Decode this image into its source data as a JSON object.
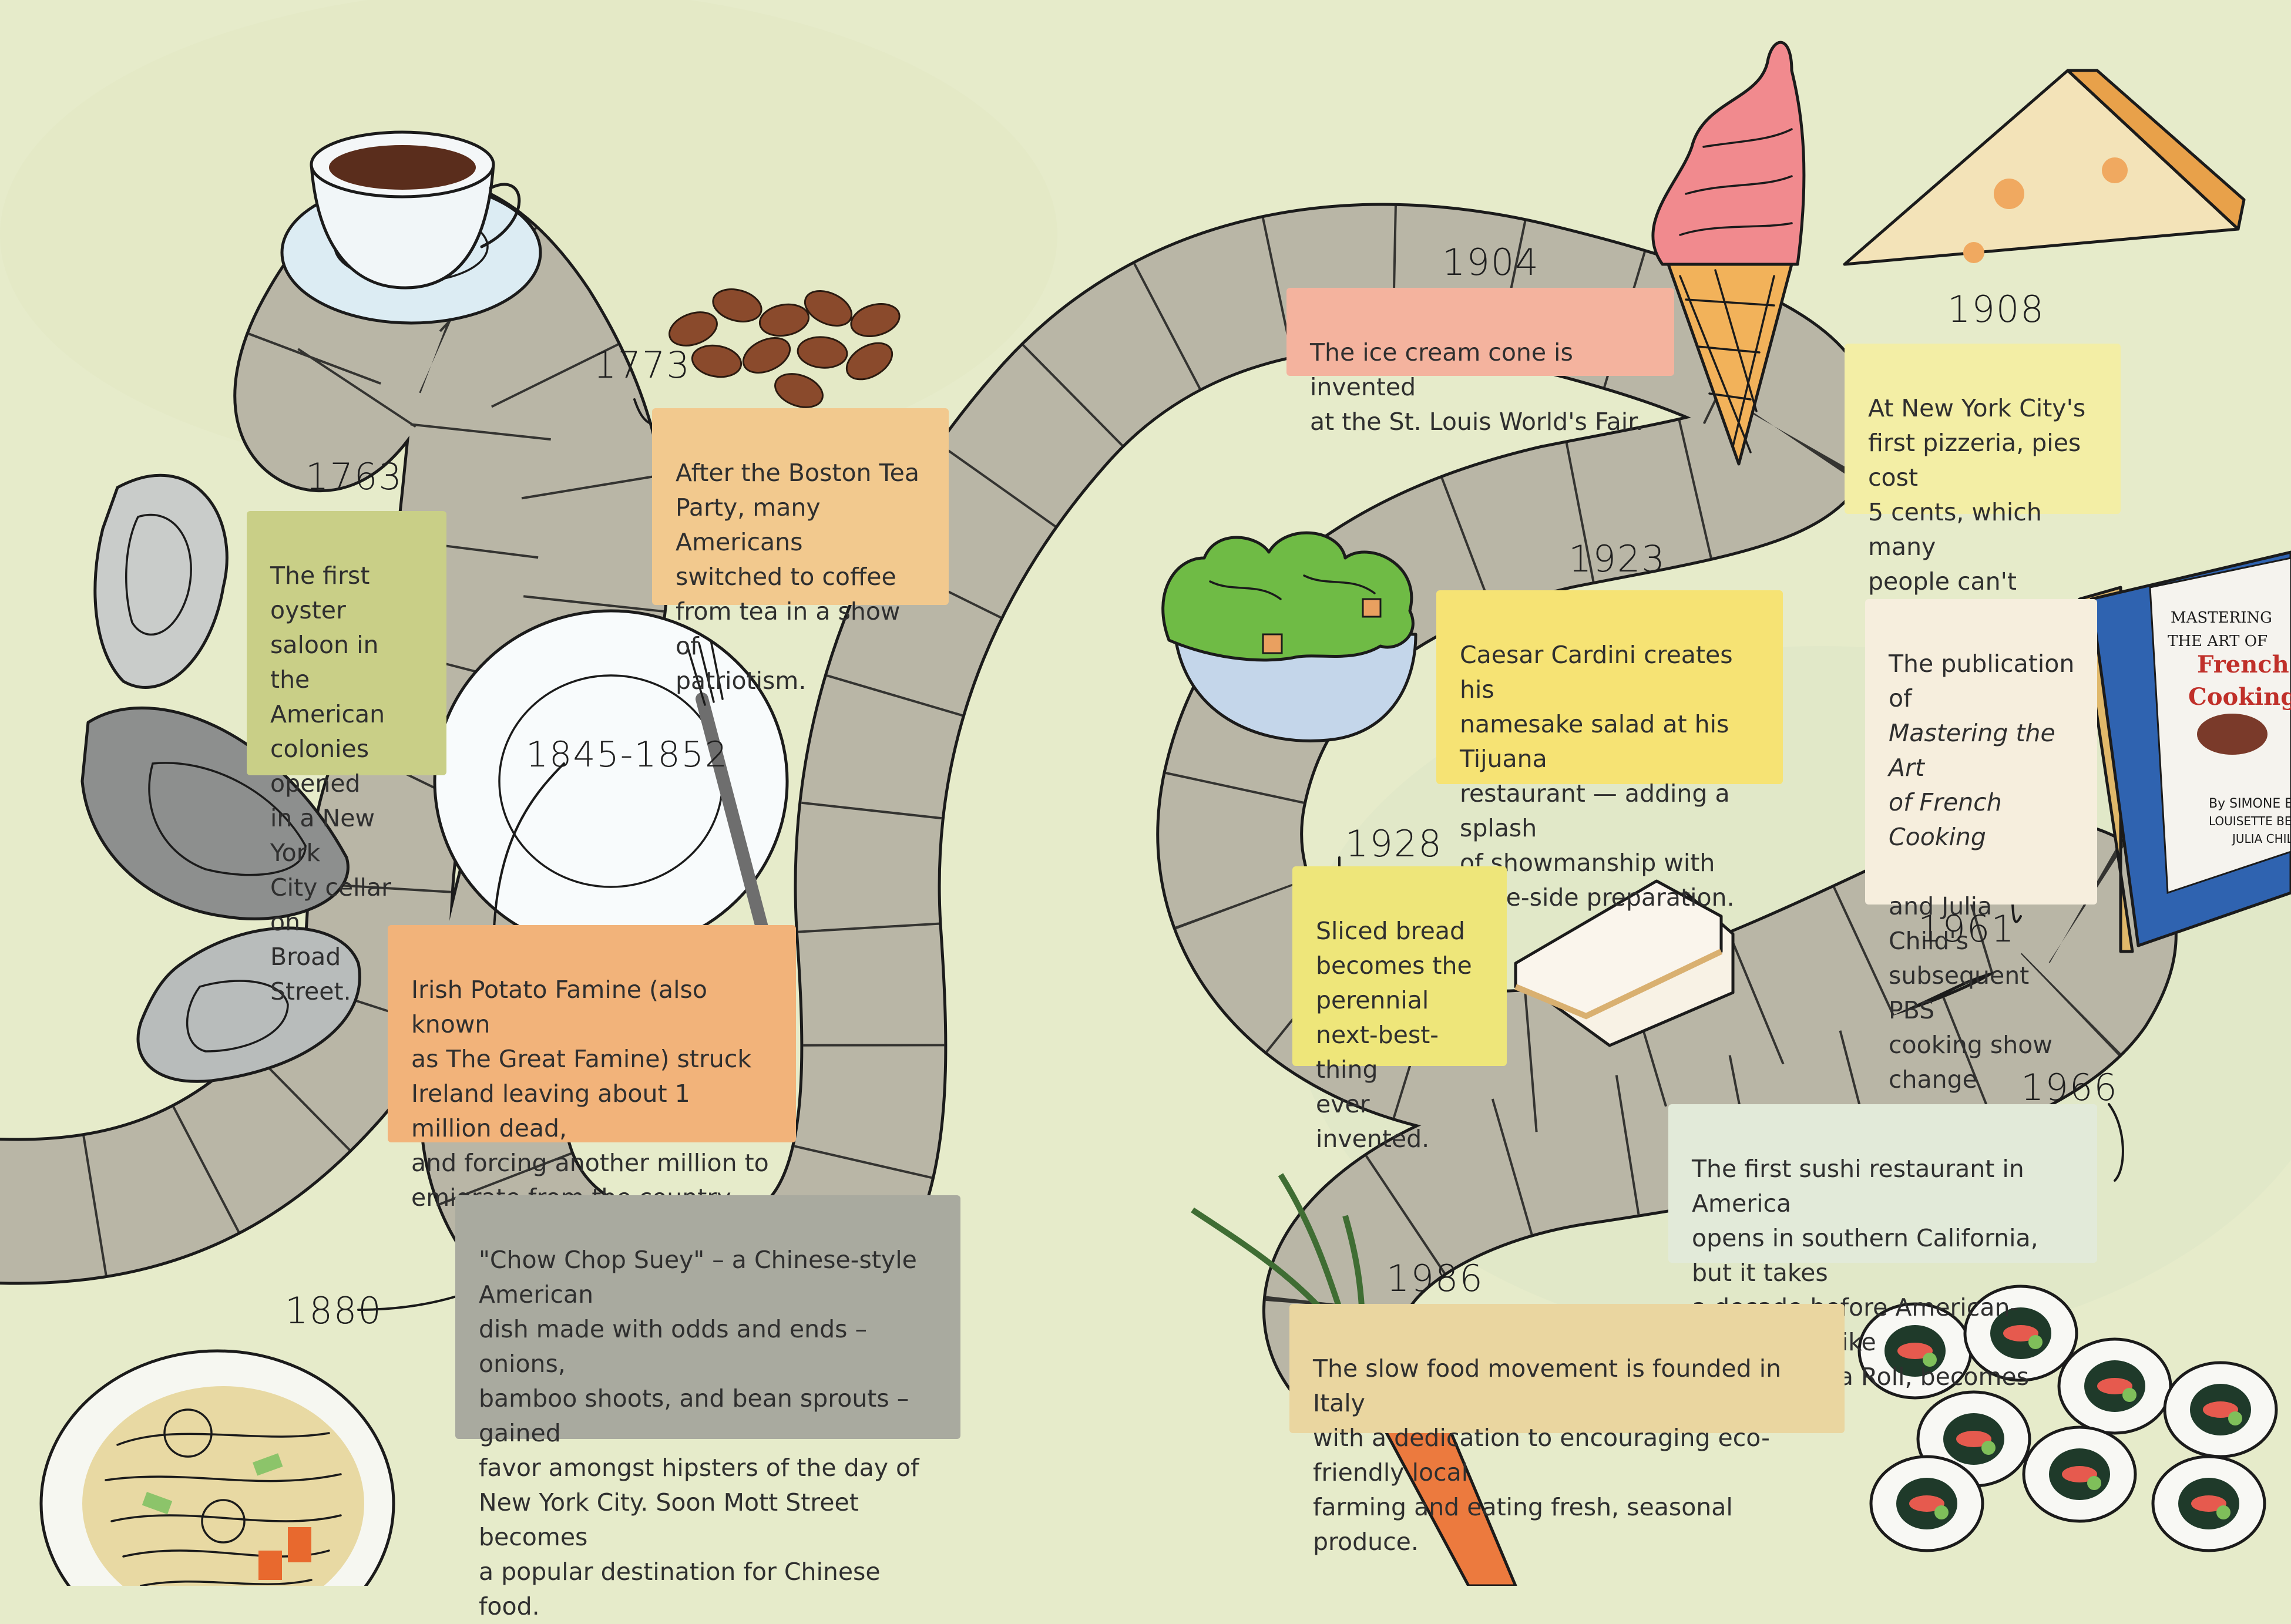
{
  "timeline": [
    {
      "id": "e1763",
      "year": "1763",
      "text": "The first oyster\nsaloon in the\nAmerican\ncolonies opened\nin a New York\nCity cellar on\nBroad Street.",
      "color": "#c9cf87"
    },
    {
      "id": "e1773",
      "year": "1773",
      "text": "After the Boston Tea\nParty, many Americans\nswitched to coffee\nfrom tea in a show of\npatriotism.",
      "color": "#f2c98e"
    },
    {
      "id": "e1845",
      "year": "1845-1852",
      "text": "Irish Potato Famine (also known\nas The Great Famine) struck\nIreland leaving about 1 million dead,\nand forcing another million to\nemigrate from the country.",
      "color": "#f2b37a"
    },
    {
      "id": "e1880",
      "year": "1880",
      "text": "\"Chow Chop Suey\" – a Chinese-style American\ndish made with odds and ends – onions,\nbamboo shoots, and bean sprouts – gained\nfavor amongst hipsters of the day of\nNew York City. Soon Mott Street becomes\na popular destination for Chinese food.",
      "color": "#a9aa9f"
    },
    {
      "id": "e1904",
      "year": "1904",
      "text": "The ice cream cone is invented\nat the St. Louis World's Fair.",
      "color": "#f4b39e"
    },
    {
      "id": "e1908",
      "year": "1908",
      "text": "At New York City's\nfirst pizzeria, pies cost\n5 cents, which many\npeople can't afford.",
      "color": "#f3eea5"
    },
    {
      "id": "e1923",
      "year": "1923",
      "text": "Caesar Cardini creates his\nnamesake salad at his Tijuana\nrestaurant — adding a splash\nof showmanship with\ntable-side preparation.",
      "color": "#f6e374"
    },
    {
      "id": "e1928",
      "year": "1928",
      "text": "Sliced bread\nbecomes the\nperennial\nnext-best-thing\never invented.",
      "color": "#eee67a"
    },
    {
      "id": "e1961",
      "year": "1961",
      "text_pre": "The publication of",
      "text_italic": "Mastering the Art\nof French Cooking",
      "text_post": "and Julia Child's\nsubsequent PBS\ncooking show change\nthe way Americans\nthink about cooking.",
      "color": "#f6eedd"
    },
    {
      "id": "e1966",
      "year": "1966",
      "text": "The first sushi restaurant in America\nopens in southern California, but it takes\na decade before American-style sushi, like\nthe California Roll, becomes popular.",
      "color": "#e2ead9"
    },
    {
      "id": "e1986",
      "year": "1986",
      "text": "The slow food movement is founded in Italy\nwith a dedication to encouraging eco-friendly local\nfarming and eating fresh, seasonal produce.",
      "color": "#ead6a0"
    }
  ],
  "book": {
    "title_line1": "MASTERING",
    "title_line2": "THE ART OF",
    "title_line3": "French",
    "title_line4": "Cooking",
    "authors_line1": "By SIMONE BE",
    "authors_line2": "LOUISETTE BE",
    "authors_line3": "JULIA CHILD"
  },
  "icons": [
    "coffee-cup-icon",
    "coffee-beans-icon",
    "oysters-icon",
    "plate-fork-icon",
    "chop-suey-plate-icon",
    "ice-cream-cone-icon",
    "pizza-slice-icon",
    "salad-bowl-icon",
    "sliced-bread-icon",
    "cookbook-icon",
    "sushi-rolls-icon",
    "carrot-icon"
  ],
  "colors": {
    "background": "#e6ebca",
    "path": "#b9b6a6",
    "path_edge": "#1b1b1b"
  }
}
